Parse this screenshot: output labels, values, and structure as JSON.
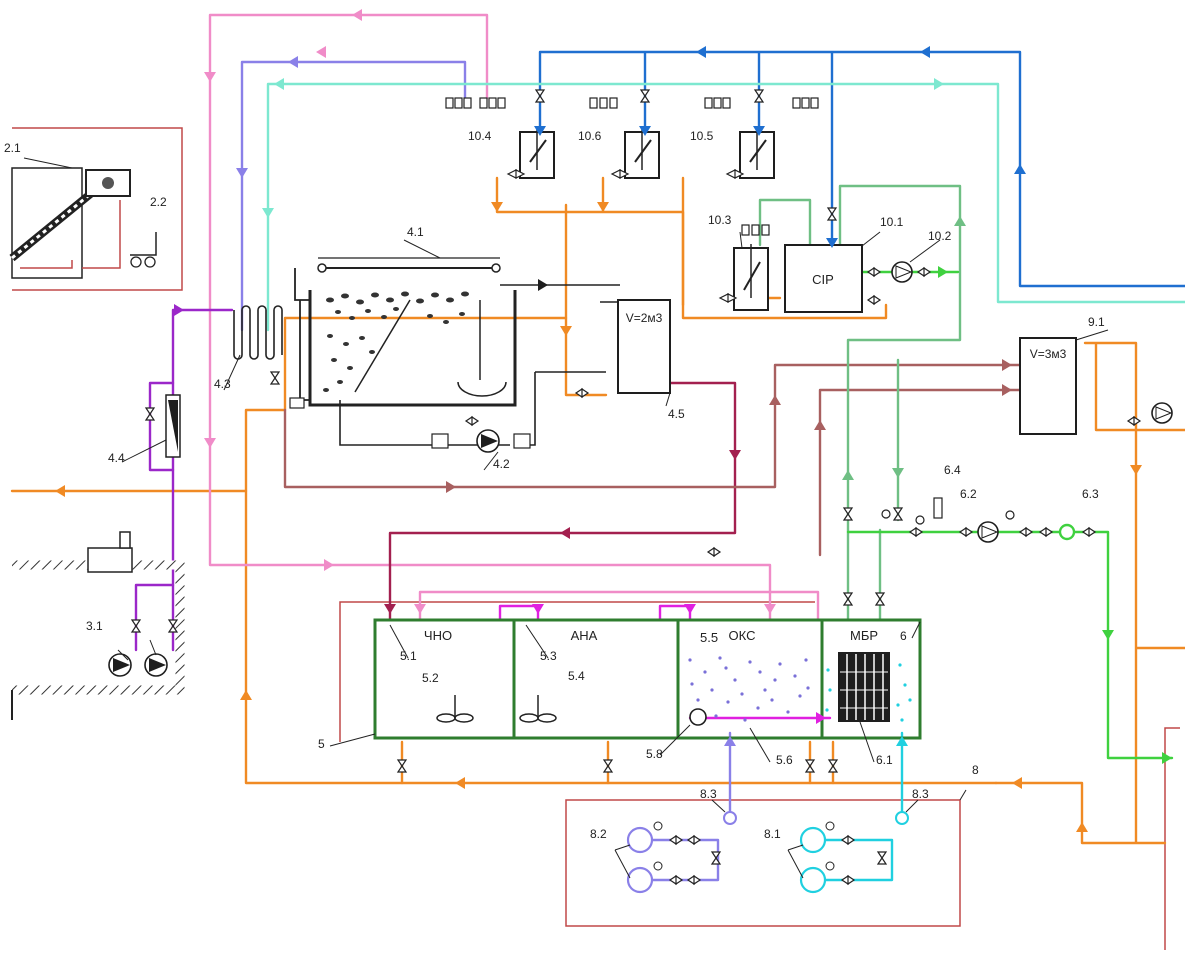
{
  "labels": {
    "l_2_1": "2.1",
    "l_2_2": "2.2",
    "l_3_1": "3.1",
    "l_4_1": "4.1",
    "l_4_2": "4.2",
    "l_4_3": "4.3",
    "l_4_4": "4.4",
    "l_4_5": "4.5",
    "l_5": "5",
    "l_5_1": "5.1",
    "l_5_2": "5.2",
    "l_5_3": "5.3",
    "l_5_4": "5.4",
    "l_5_5": "5.5",
    "l_5_6": "5.6",
    "l_5_8": "5.8",
    "l_6": "6",
    "l_6_1": "6.1",
    "l_6_2": "6.2",
    "l_6_3": "6.3",
    "l_6_4": "6.4",
    "l_8": "8",
    "l_8_1": "8.1",
    "l_8_2": "8.2",
    "l_8_3a": "8.3",
    "l_8_3b": "8.3",
    "l_9_1": "9.1",
    "l_10_1": "10.1",
    "l_10_2": "10.2",
    "l_10_3": "10.3",
    "l_10_4": "10.4",
    "l_10_5": "10.5",
    "l_10_6": "10.6"
  },
  "tanks": {
    "v2": "V=2м3",
    "v3": "V=3м3",
    "cip": "CIP"
  },
  "zones": {
    "cho": "ЧНО",
    "ana": "АНА",
    "ois": "ОКС",
    "mbr": "МБР"
  },
  "colors": {
    "orange": "#f08a24",
    "blue": "#1f6fd0",
    "pink": "#f08cc8",
    "lavender": "#8a80e8",
    "mint": "#7de8d0",
    "purple": "#9b27c9",
    "wine": "#a3204f",
    "rose": "#a86060",
    "green": "#3fd13f",
    "sage": "#6fbf84",
    "magenta": "#e020e0",
    "cyan": "#20d0e0",
    "frame": "#c04848"
  }
}
